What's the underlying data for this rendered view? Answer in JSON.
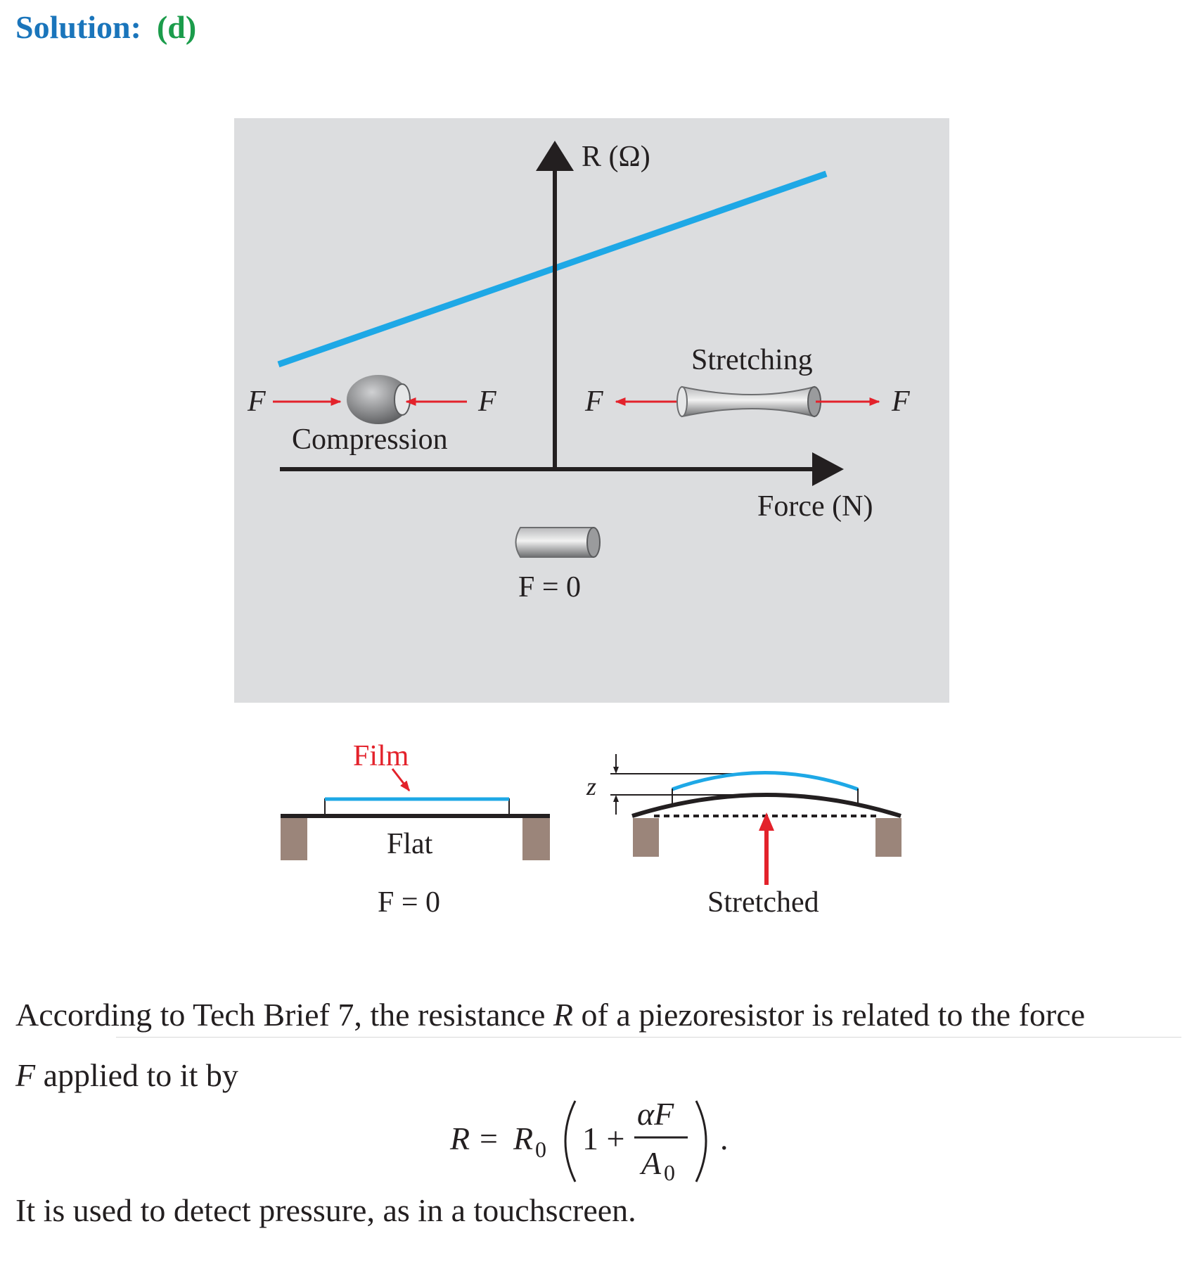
{
  "solution": {
    "label": "Solution:",
    "answer": "(d)"
  },
  "figure_top": {
    "y_axis_label": "R (Ω)",
    "x_axis_label": "Force (N)",
    "compression_label": "Compression",
    "stretching_label": "Stretching",
    "force_symbol": "F",
    "zero_force_label": "F = 0",
    "colors": {
      "panel_bg": "#dcdddf",
      "line": "#1ea8e6",
      "arrows": "#e3222b",
      "axes": "#231f20"
    }
  },
  "figure_bottom": {
    "film_label": "Film",
    "flat_label": "Flat",
    "zero_force_label": "F = 0",
    "stretched_label": "Stretched",
    "z_label": "z",
    "colors": {
      "film": "#1ea8e6",
      "support": "#9b857a",
      "film_label": "#e3222b"
    }
  },
  "text": {
    "p1_pre": "According to Tech Brief 7, the resistance ",
    "p1_var": "R",
    "p1_post": " of a piezoresistor is related to the force",
    "p2_var": "F",
    "p2_post": " applied to it by",
    "p3": "It is used to detect pressure, as in a touchscreen."
  },
  "equation": {
    "lhs": "R",
    "equals": "=",
    "r0": "R",
    "r0_sub": "0",
    "one_plus": "1 +",
    "numerator": "αF",
    "denominator": "A",
    "denominator_sub": "0",
    "period": "."
  }
}
